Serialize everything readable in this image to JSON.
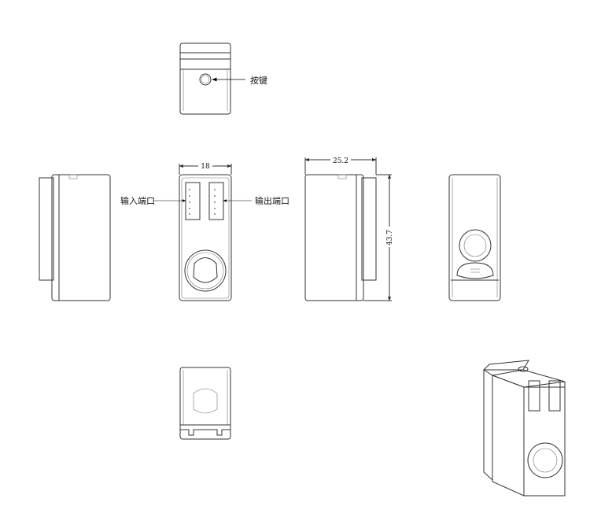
{
  "labels": {
    "button": "按键",
    "input_port": "输入端口",
    "output_port": "输出端口"
  },
  "dimensions": {
    "width": "18",
    "depth": "25.2",
    "height": "43.7"
  }
}
